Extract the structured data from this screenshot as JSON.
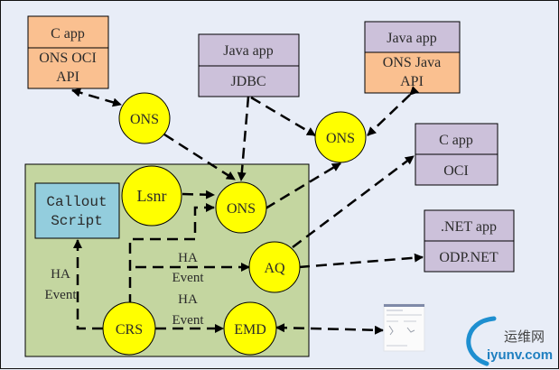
{
  "colors": {
    "background": "#e8edf7",
    "cluster_fill": "#c4d6a0",
    "node_fill": "#ffff00",
    "app_purple": "#ccc1da",
    "api_orange": "#fac090",
    "callout_blue": "#93cddd"
  },
  "boxes": {
    "c_app_ons": {
      "top": "C app",
      "bottom_line1": "ONS OCI",
      "bottom_line2": "API"
    },
    "java_app_jdbc": {
      "top": "Java app",
      "bottom": "JDBC"
    },
    "java_app_ons": {
      "top": "Java app",
      "bottom_line1": "ONS Java",
      "bottom_line2": "API"
    },
    "c_app_oci": {
      "top": "C app",
      "bottom": "OCI"
    },
    "net_app": {
      "top": ".NET app",
      "bottom": "ODP.NET"
    },
    "callout": {
      "line1": "Callout",
      "line2": "Script"
    }
  },
  "nodes": {
    "ons_left": "ONS",
    "ons_right": "ONS",
    "ons_cluster": "ONS",
    "lsnr": "Lsnr",
    "aq": "AQ",
    "crs": "CRS",
    "emd": "EMD"
  },
  "edge_labels": {
    "callout_event": {
      "line1": "HA",
      "line2": "Event"
    },
    "aq_event": {
      "line1": "HA",
      "line2": "Event"
    },
    "emd_event": {
      "line1": "HA",
      "line2": "Event"
    }
  },
  "watermark": {
    "cn": "运维网",
    "en": "iyunv.com"
  }
}
